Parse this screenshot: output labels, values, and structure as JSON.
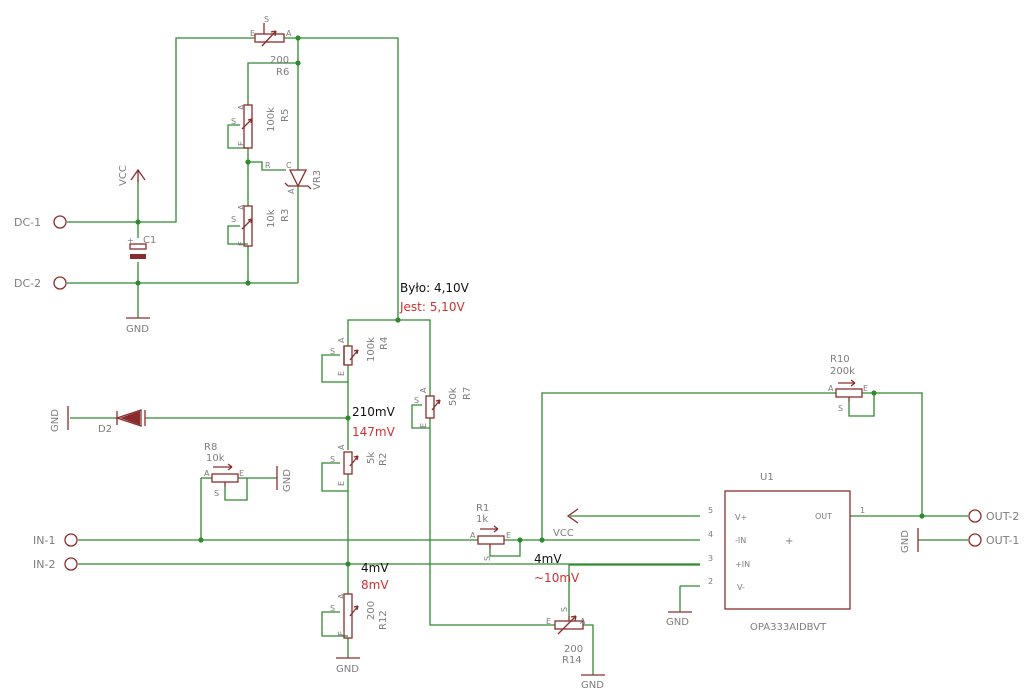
{
  "colors": {
    "wire": "#2e8b2e",
    "part": "#8b2c2c",
    "label": "#7d7d7d",
    "measured_old": "#111111",
    "measured_new": "#d03030"
  },
  "connectors": {
    "dc1": "DC-1",
    "dc2": "DC-2",
    "in1": "IN-1",
    "in2": "IN-2",
    "out1": "OUT-1",
    "out2": "OUT-2"
  },
  "supplies": {
    "vcc": "VCC",
    "gnd": "GND"
  },
  "components": {
    "r6": {
      "name": "R6",
      "value": "200"
    },
    "r5": {
      "name": "R5",
      "value": "100k"
    },
    "r3": {
      "name": "R3",
      "value": "10k"
    },
    "vr3": {
      "name": "VR3"
    },
    "c1": {
      "name": "C1"
    },
    "r4": {
      "name": "R4",
      "value": "100k"
    },
    "r7": {
      "name": "R7",
      "value": "50k"
    },
    "d2": {
      "name": "D2"
    },
    "r8": {
      "name": "R8",
      "value": "10k"
    },
    "r2": {
      "name": "R2",
      "value": "5k"
    },
    "r1": {
      "name": "R1",
      "value": "1k"
    },
    "r12": {
      "name": "R12",
      "value": "200"
    },
    "r14": {
      "name": "R14",
      "value": "200"
    },
    "r10": {
      "name": "R10",
      "value": "200k"
    },
    "u1": {
      "name": "U1",
      "part": "OPA333AIDBVT",
      "plus": "+"
    }
  },
  "pin_labels": {
    "a": "A",
    "e": "E",
    "s": "S",
    "r": "R",
    "c": "C"
  },
  "opamp_pins": {
    "vplus": "V+",
    "inminus": "-IN",
    "inplus": "+IN",
    "vminus": "V-",
    "out": "OUT",
    "n1": "1",
    "n2": "2",
    "n3": "3",
    "n4": "4",
    "n5": "5"
  },
  "measurements": {
    "top_old": "Było: 4,10V",
    "top_new": "Jest: 5,10V",
    "mid_old": "210mV",
    "mid_new": "147mV",
    "low_old": "4mV",
    "low_new": "8mV",
    "opin_old": "4mV",
    "opin_new": "~10mV"
  }
}
